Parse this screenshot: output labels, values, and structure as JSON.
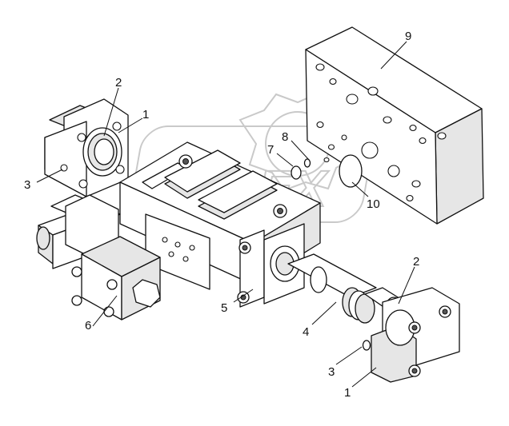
{
  "diagram": {
    "watermark_text": "OPEX",
    "callouts": [
      {
        "id": "c-9",
        "label": "9"
      },
      {
        "id": "c-2-top",
        "label": "2"
      },
      {
        "id": "c-1-top",
        "label": "1"
      },
      {
        "id": "c-3-top",
        "label": "3"
      },
      {
        "id": "c-8",
        "label": "8"
      },
      {
        "id": "c-7",
        "label": "7"
      },
      {
        "id": "c-10",
        "label": "10"
      },
      {
        "id": "c-2-bottom",
        "label": "2"
      },
      {
        "id": "c-5",
        "label": "5"
      },
      {
        "id": "c-4",
        "label": "4"
      },
      {
        "id": "c-6",
        "label": "6"
      },
      {
        "id": "c-3-bottom",
        "label": "3"
      },
      {
        "id": "c-1-bottom",
        "label": "1"
      }
    ]
  }
}
